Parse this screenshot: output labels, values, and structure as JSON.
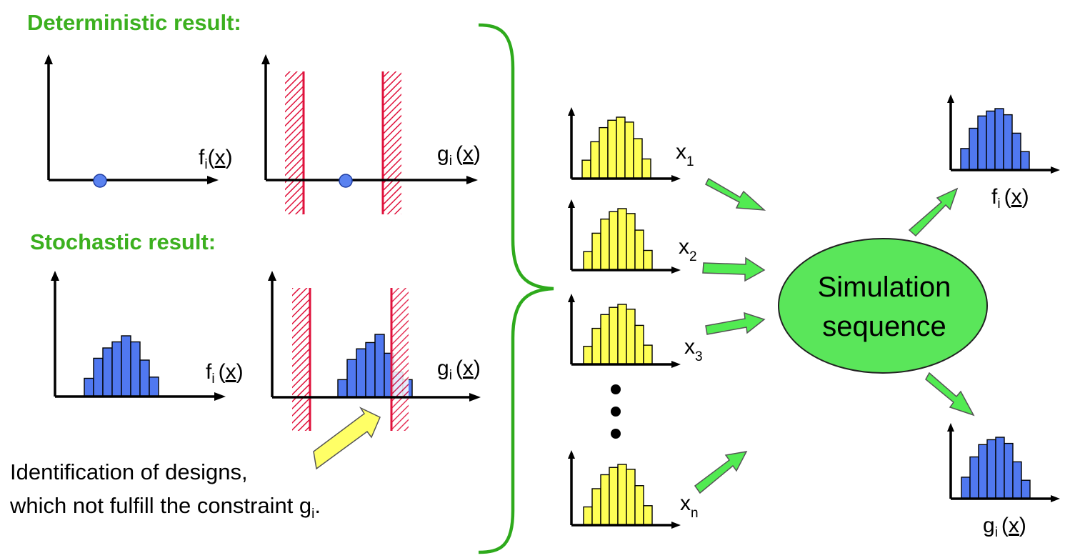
{
  "headings": {
    "deterministic": "Deterministic result:",
    "stochastic": "Stochastic result:"
  },
  "labels": {
    "f_base": "f",
    "g_base": "g",
    "i_sub": "i",
    "x_var": "x",
    "paren_open": "(",
    "paren_close": ")"
  },
  "inputs": [
    {
      "base": "x",
      "sub": "1"
    },
    {
      "base": "x",
      "sub": "2"
    },
    {
      "base": "x",
      "sub": "3"
    },
    {
      "base": "x",
      "sub": "n"
    }
  ],
  "simulation": {
    "line1": "Simulation",
    "line2": "sequence"
  },
  "note": {
    "line1": "Identification of designs,",
    "line2_prefix": "which not fulfill the constraint g",
    "line2_sub": "i",
    "line2_suffix": "."
  },
  "histograms": {
    "input_levels": [
      0.3,
      0.6,
      0.83,
      0.95,
      1.0,
      0.92,
      0.65,
      0.32
    ],
    "output_levels": [
      0.35,
      0.68,
      0.88,
      0.96,
      1.0,
      0.9,
      0.6,
      0.3
    ],
    "stochastic_f_levels": [
      0.3,
      0.63,
      0.8,
      0.9,
      1.0,
      0.9,
      0.6,
      0.32
    ],
    "stochastic_g_levels": [
      0.28,
      0.6,
      0.77,
      0.87,
      1.0,
      0.7,
      0.4,
      0.28
    ]
  },
  "colors": {
    "heading": "#3cb01f",
    "brace": "#2eaa1c",
    "arrow_green": "#52eb52",
    "ellipse": "#5ae65a",
    "input_hist": "#ffff55",
    "output_hist": "#5078f0",
    "constraint": "#e0123c",
    "note_arrow": "#ffff66",
    "point": "#5a82f0"
  }
}
